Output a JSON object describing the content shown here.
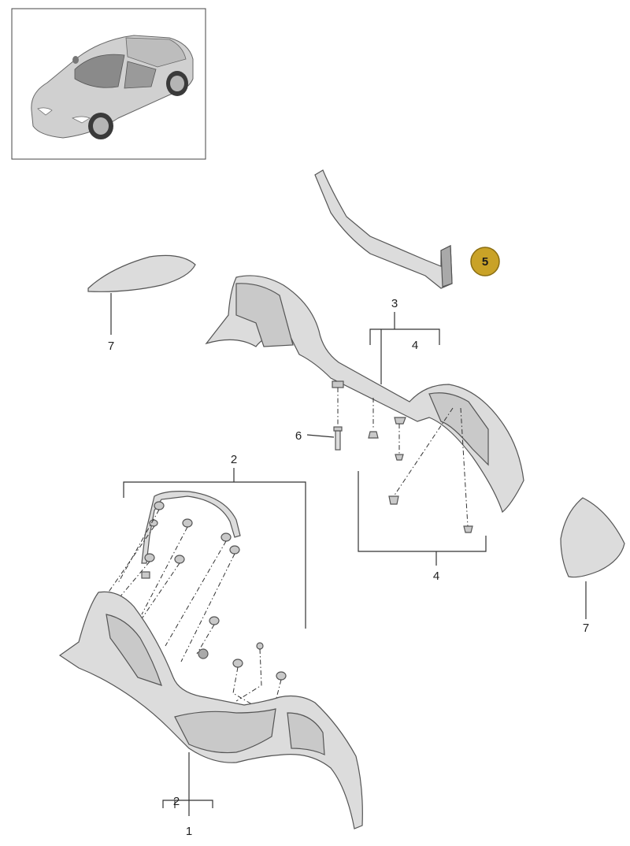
{
  "labels": {
    "part_1": "1",
    "part_2_main": "2",
    "part_2_bottom": "2",
    "part_3": "3",
    "part_4_top": "4",
    "part_4_bottom": "4",
    "part_5": "5",
    "part_6": "6",
    "part_7_left": "7",
    "part_7_right": "7"
  },
  "colors": {
    "highlight_badge": "#c9a227",
    "highlight_badge_border": "#8a6d12",
    "part_fill": "#d6d6d6",
    "line": "#333333"
  },
  "icons": {
    "overview_vehicle": "car-icon"
  }
}
